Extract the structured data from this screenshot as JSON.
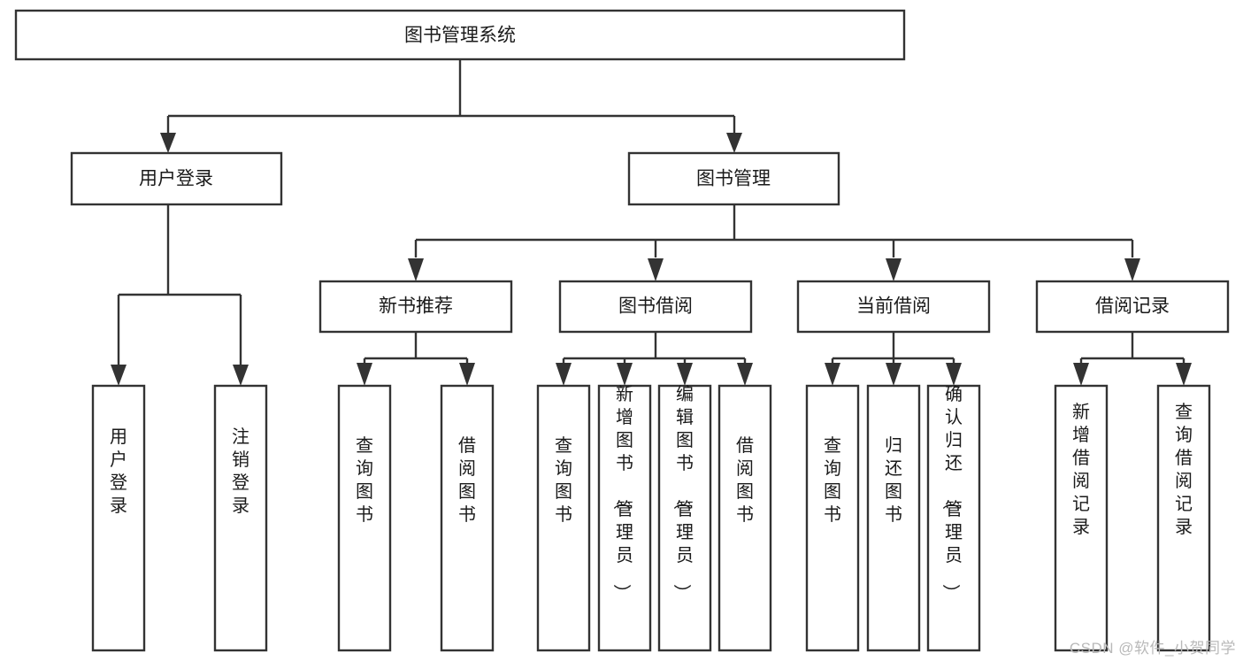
{
  "diagram": {
    "title": "图书管理系统",
    "type": "tree",
    "orientation": "top-down",
    "colors": {
      "box_fill": "#ffffff",
      "box_stroke": "#333333",
      "connector": "#333333",
      "text": "#1a1a1a",
      "background": "#ffffff",
      "watermark": "#b9b9b9"
    },
    "nodes": {
      "root": {
        "label": "图书管理系统",
        "level": 0
      },
      "l1": [
        {
          "id": "user-login",
          "label": "用户登录",
          "level": 1
        },
        {
          "id": "book-manage",
          "label": "图书管理",
          "level": 1
        }
      ],
      "l2": [
        {
          "id": "new-book-recommend",
          "label": "新书推荐",
          "level": 2,
          "parent": "book-manage"
        },
        {
          "id": "book-borrow",
          "label": "图书借阅",
          "level": 2,
          "parent": "book-manage"
        },
        {
          "id": "current-borrow",
          "label": "当前借阅",
          "level": 2,
          "parent": "book-manage"
        },
        {
          "id": "borrow-record",
          "label": "借阅记录",
          "level": 2,
          "parent": "book-manage"
        }
      ],
      "leaves": [
        {
          "id": "leaf-user-login",
          "label": "用户登录",
          "parent": "user-login"
        },
        {
          "id": "leaf-user-logout",
          "label": "注销登录",
          "parent": "user-login"
        },
        {
          "id": "leaf-query-book-1",
          "label": "查询图书",
          "parent": "new-book-recommend"
        },
        {
          "id": "leaf-borrow-book-1",
          "label": "借阅图书",
          "parent": "new-book-recommend"
        },
        {
          "id": "leaf-query-book-2",
          "label": "查询图书",
          "parent": "book-borrow"
        },
        {
          "id": "leaf-add-book",
          "label": "新增图书（管理员）",
          "parent": "book-borrow"
        },
        {
          "id": "leaf-edit-book",
          "label": "编辑图书（管理员）",
          "parent": "book-borrow"
        },
        {
          "id": "leaf-borrow-book-2",
          "label": "借阅图书",
          "parent": "book-borrow"
        },
        {
          "id": "leaf-query-book-3",
          "label": "查询图书",
          "parent": "current-borrow"
        },
        {
          "id": "leaf-return-book",
          "label": "归还图书",
          "parent": "current-borrow"
        },
        {
          "id": "leaf-confirm-return",
          "label": "确认归还（管理员）",
          "parent": "current-borrow"
        },
        {
          "id": "leaf-add-record",
          "label": "新增借阅记录",
          "parent": "borrow-record"
        },
        {
          "id": "leaf-query-record",
          "label": "查询借阅记录",
          "parent": "borrow-record"
        }
      ]
    }
  },
  "watermark": {
    "text": "CSDN @软件_小贺同学"
  }
}
